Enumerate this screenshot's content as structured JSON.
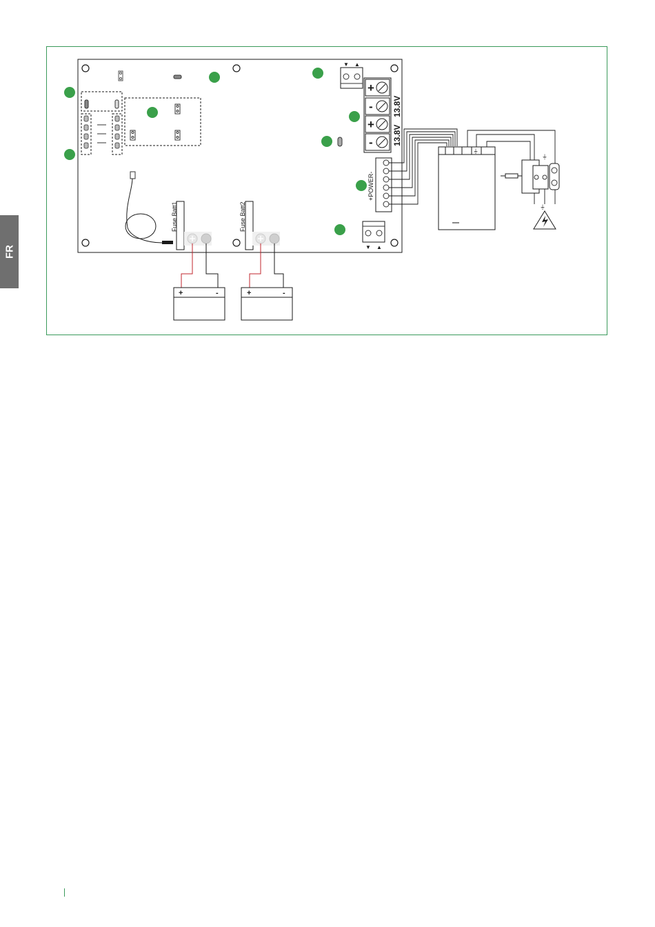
{
  "language_tab": "FR",
  "diagram": {
    "output_label_1": "13.8V",
    "output_label_2": "13.8V",
    "power_label": "+POWER-",
    "fuse_1": "Fuse Batt1",
    "fuse_2": "Fuse Batt2",
    "battery_plus": "+",
    "battery_minus": "-",
    "terminal_plus": "+",
    "terminal_minus": "-",
    "earth_symbol": "⏚",
    "arrow_down": "▼",
    "arrow_up": "▲",
    "colors": {
      "frame": "#3a9a5a",
      "marker": "#3aa04a",
      "red_wire": "#c0262c",
      "wire": "#1a1a1a"
    }
  }
}
